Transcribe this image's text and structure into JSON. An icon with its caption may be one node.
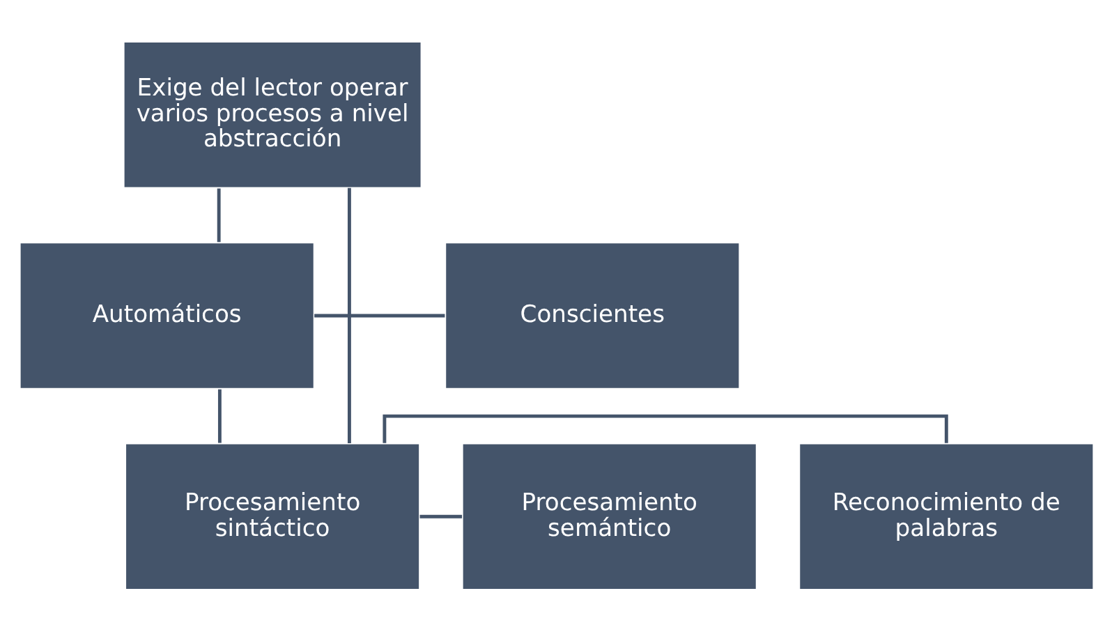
{
  "diagram": {
    "nodes": [
      {
        "text": [
          "Exige del lector operar varios procesos a nivel abstracción"
        ]
      },
      {
        "text": [
          "Conscientes"
        ]
      },
      {
        "text": [
          "Automáticos"
        ]
      },
      {
        "text": [
          "Reconocimiento de palabras"
        ]
      },
      {
        "text": [
          "Procesamiento sintáctico"
        ]
      },
      {
        "text": [
          "Procesamiento semántico"
        ]
      }
    ],
    "edges": [
      {
        "from": 0,
        "to": 2,
        "arrow": "none"
      },
      {
        "from": 1,
        "to": 2,
        "arrow": "none"
      },
      {
        "from": 0,
        "to": 4,
        "arrow": "none"
      },
      {
        "from": 2,
        "to": 4,
        "arrow": "none"
      },
      {
        "from": 3,
        "to": 4,
        "arrow": "none"
      },
      {
        "from": 4,
        "to": 5,
        "arrow": "none"
      }
    ]
  }
}
